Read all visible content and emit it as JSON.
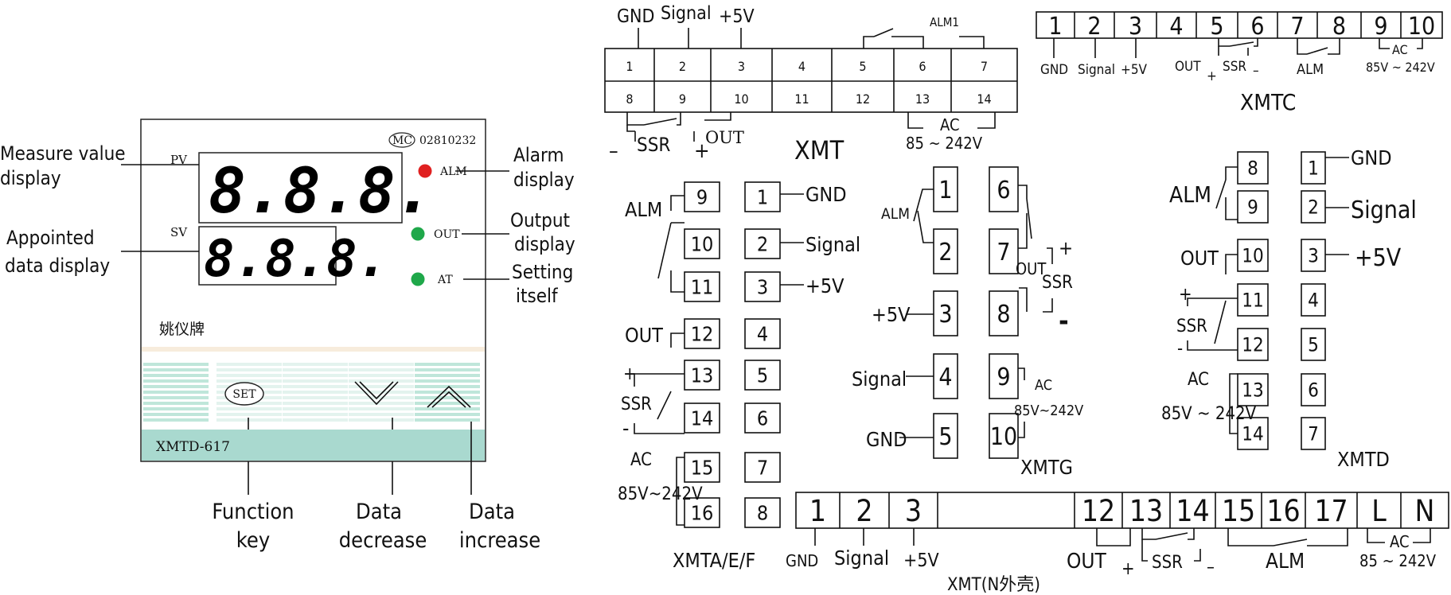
{
  "panel": {
    "model": "XMTD-617",
    "brand": "姚仪牌",
    "mc_logo": "MC",
    "serial": "02810232",
    "pv_label": "PV",
    "sv_label": "SV",
    "pv_digits": "8.8.8.",
    "sv_digits": "8.8.8.",
    "alm_led": "ALM",
    "out_led": "OUT",
    "at_led": "AT",
    "set_key": "SET",
    "led_colors": {
      "alm": "#e02020",
      "out": "#1fa84a",
      "at": "#1fa84a"
    },
    "accent": "#a9d9cf",
    "callouts": {
      "measure": [
        "Measure value",
        "display"
      ],
      "appointed": [
        "Appointed",
        "data display"
      ],
      "alarm": [
        "Alarm",
        "display"
      ],
      "output": [
        "Output",
        "display"
      ],
      "setting": [
        "Setting",
        "itself"
      ],
      "function": [
        "Function",
        "key"
      ],
      "decrease": [
        "Data",
        "decrease"
      ],
      "increase": [
        "Data",
        "increase"
      ]
    }
  },
  "xmt": {
    "title": "XMT",
    "top_row": [
      "1",
      "2",
      "3",
      "4",
      "5",
      "6",
      "7"
    ],
    "bottom_row": [
      "8",
      "9",
      "10",
      "11",
      "12",
      "13",
      "14"
    ],
    "gnd": "GND",
    "signal": "Signal",
    "plus5v": "+5V",
    "alm": "ALM1",
    "ssr": "SSR",
    "minus": "–",
    "plus": "+",
    "out": "OUT",
    "ac": "AC",
    "ac_range": "85 ~ 242V"
  },
  "xmtc": {
    "title": "XMTC",
    "terminals": [
      "1",
      "2",
      "3",
      "4",
      "5",
      "6",
      "7",
      "8",
      "9",
      "10"
    ],
    "gnd": "GND",
    "signal": "Signal",
    "plus5v": "+5V",
    "out": "OUT",
    "ssr": "SSR",
    "plus": "+",
    "minus": "–",
    "alm": "ALM",
    "ac": "AC",
    "ac_range": "85V ~ 242V"
  },
  "xmtaef": {
    "title": "XMTA/E/F",
    "left": [
      "9",
      "10",
      "11",
      "12",
      "13",
      "14",
      "15",
      "16"
    ],
    "right": [
      "1",
      "2",
      "3",
      "4",
      "5",
      "6",
      "7",
      "8"
    ],
    "alm": "ALM",
    "out": "OUT",
    "plus": "+",
    "ssr": "SSR",
    "minus": "-",
    "ac": "AC",
    "ac_range": "85V~242V",
    "gnd": "GND",
    "signal": "Signal",
    "plus5v": "+5V"
  },
  "xmtg": {
    "title": "XMTG",
    "left": [
      "1",
      "2",
      "3",
      "4",
      "5"
    ],
    "right": [
      "6",
      "7",
      "8",
      "9",
      "10"
    ],
    "alm": "ALM",
    "plus5v": "+5V",
    "signal": "Signal",
    "gnd": "GND",
    "out": "OUT",
    "plus": "+",
    "ssr": "SSR",
    "minus": "-",
    "ac": "AC",
    "ac_range": "85V~242V"
  },
  "xmtd": {
    "title": "XMTD",
    "left": [
      "8",
      "9",
      "10",
      "11",
      "12",
      "13",
      "14"
    ],
    "right": [
      "1",
      "2",
      "3",
      "4",
      "5",
      "6",
      "7"
    ],
    "alm": "ALM",
    "out": "OUT",
    "plus": "+",
    "ssr": "SSR",
    "minus": "-",
    "ac": "AC",
    "ac_range": "85V ~ 242V",
    "gnd": "GND",
    "signal": "Signal",
    "plus5v": "+5V"
  },
  "xmtn": {
    "title": "XMT(N外壳)",
    "terminals": [
      "1",
      "2",
      "3",
      "12",
      "13",
      "14",
      "15",
      "16",
      "17",
      "L",
      "N"
    ],
    "gnd": "GND",
    "signal": "Signal",
    "plus5v": "+5V",
    "out": "OUT",
    "plus": "+",
    "ssr": "SSR",
    "minus": "–",
    "alm": "ALM",
    "ac": "AC",
    "ac_range": "85 ~ 242V"
  }
}
